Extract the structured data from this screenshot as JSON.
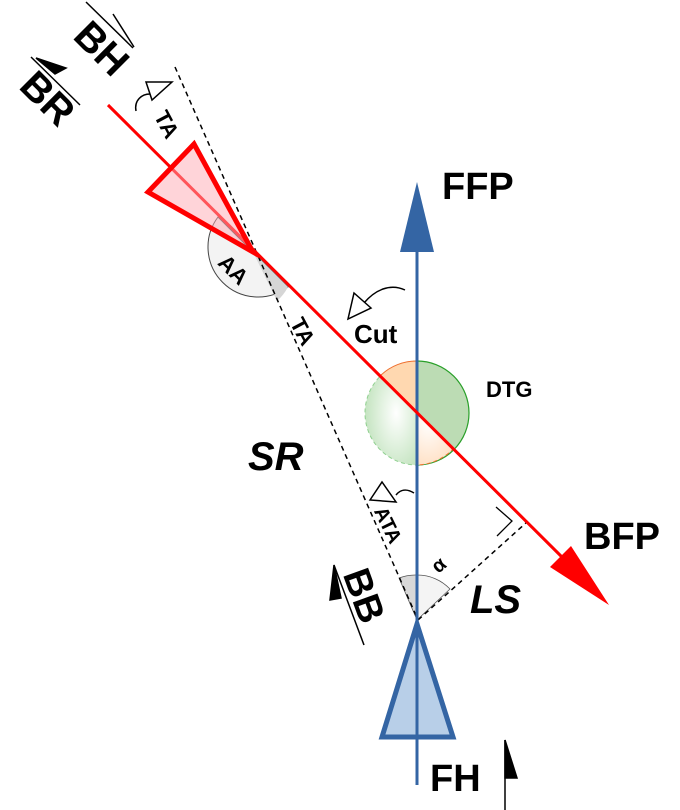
{
  "labels": {
    "bh": "BH",
    "br": "BR",
    "ta_top": "TA",
    "aa": "AA",
    "ta_mid": "TA",
    "ffp": "FFP",
    "cut": "Cut",
    "dtg": "DTG",
    "sr": "SR",
    "ata": "ATA",
    "bfp": "BFP",
    "alpha": "α",
    "bb": "BB",
    "ls": "LS",
    "fh": "FH"
  },
  "colors": {
    "red": "#ff0000",
    "red_fill": "#ffd0d4",
    "blue": "#3465a4",
    "blue_fill": "#b8cfe8",
    "green": "#b9dcb0",
    "orange": "#ffd8b0"
  }
}
